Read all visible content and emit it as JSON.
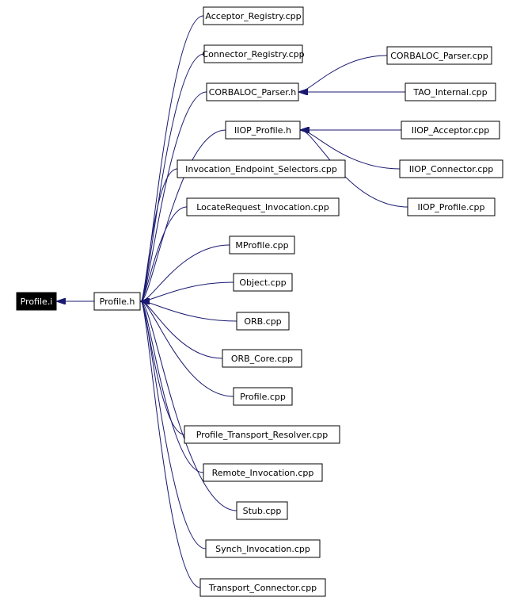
{
  "diagram": {
    "colors": {
      "edge": "#191970",
      "node_border": "#000000",
      "root_fill": "#000000",
      "root_text": "#ffffff"
    },
    "nodes": {
      "profile_i": "Profile.i",
      "profile_h": "Profile.h",
      "acceptor_registry": "Acceptor_Registry.cpp",
      "connector_registry": "Connector_Registry.cpp",
      "corbaloc_parser_h": "CORBALOC_Parser.h",
      "corbaloc_parser_cpp": "CORBALOC_Parser.cpp",
      "tao_internal": "TAO_Internal.cpp",
      "iiop_profile_h": "IIOP_Profile.h",
      "iiop_acceptor": "IIOP_Acceptor.cpp",
      "iiop_connector": "IIOP_Connector.cpp",
      "iiop_profile_cpp": "IIOP_Profile.cpp",
      "invocation_endpoint_selectors": "Invocation_Endpoint_Selectors.cpp",
      "locaterequest_invocation": "LocateRequest_Invocation.cpp",
      "mprofile": "MProfile.cpp",
      "object": "Object.cpp",
      "orb": "ORB.cpp",
      "orb_core": "ORB_Core.cpp",
      "profile_cpp": "Profile.cpp",
      "profile_transport_resolver": "Profile_Transport_Resolver.cpp",
      "remote_invocation": "Remote_Invocation.cpp",
      "stub": "Stub.cpp",
      "synch_invocation": "Synch_Invocation.cpp",
      "transport_connector": "Transport_Connector.cpp"
    }
  }
}
